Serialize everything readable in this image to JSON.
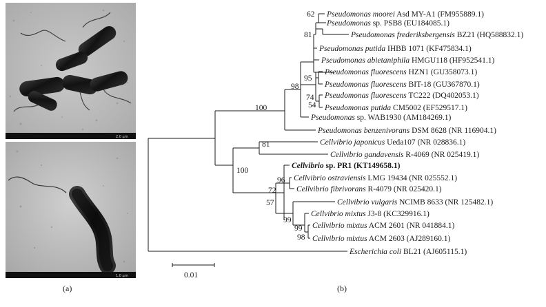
{
  "figure": {
    "panel_a_label": "(a)",
    "panel_b_label": "(b)",
    "micrograph_top_scalebar": "2.0 µm",
    "micrograph_bottom_scalebar": "1.0 µm"
  },
  "tree": {
    "scale_label": "0.01",
    "taxa": [
      {
        "id": "t0",
        "genus": "Pseudomonas",
        "species": " moorei",
        "rest": " Asd MY-A1 (FM955889.1)"
      },
      {
        "id": "t1",
        "genus": "Pseudomonas",
        "species": "",
        "rest": " sp. PSB8 (EU184085.1)"
      },
      {
        "id": "t2",
        "genus": "Pseudomonas",
        "species": " frederiksbergensis",
        "rest": " BZ21 (HQ588832.1)"
      },
      {
        "id": "t3",
        "genus": "Pseudomonas",
        "species": " putida",
        "rest": " IHBB 1071 (KF475834.1)"
      },
      {
        "id": "t4",
        "genus": "Pseudomonas",
        "species": " abietaniphila",
        "rest": " HMGU118 (HF952541.1)"
      },
      {
        "id": "t5",
        "genus": "Pseudomonas",
        "species": " fluorescens",
        "rest": " HZN1 (GU358073.1)"
      },
      {
        "id": "t6",
        "genus": "Pseudomonas",
        "species": " fluorescens",
        "rest": " BIT-18 (GU367870.1)"
      },
      {
        "id": "t7",
        "genus": "Pseudomonas",
        "species": " fluorescens",
        "rest": " TC222 (DQ402053.1)"
      },
      {
        "id": "t8",
        "genus": "Pseudomonas",
        "species": " putida",
        "rest": " CM5002 (EF529517.1)"
      },
      {
        "id": "t9",
        "genus": "Pseudomonas",
        "species": "",
        "rest": " sp. WAB1930 (AM184269.1)"
      },
      {
        "id": "t10",
        "genus": "Pseudomonas",
        "species": " benzenivorans",
        "rest": " DSM 8628 (NR 116904.1)"
      },
      {
        "id": "t11",
        "genus": "Cellvibrio",
        "species": " japonicus",
        "rest": " Ueda107 (NR 028836.1)"
      },
      {
        "id": "t12",
        "genus": "Cellvibrio",
        "species": " gandavensis",
        "rest": " R-4069 (NR 025419.1)"
      },
      {
        "id": "t13",
        "genus": "Cellvibrio",
        "species": "",
        "rest": " sp. PR1 (KT149658.1)",
        "bold": true
      },
      {
        "id": "t14",
        "genus": "Cellvibrio",
        "species": " ostraviensis",
        "rest": " LMG 19434 (NR 025552.1)"
      },
      {
        "id": "t15",
        "genus": "Cellvibrio",
        "species": " fibrivorans",
        "rest": " R-4079 (NR 025420.1)"
      },
      {
        "id": "t16",
        "genus": "Cellvibrio",
        "species": " vulgaris",
        "rest": " NCIMB 8633 (NR 125482.1)"
      },
      {
        "id": "t17",
        "genus": "Cellvibrio",
        "species": " mixtus",
        "rest": " J3-8 (KC329916.1)"
      },
      {
        "id": "t18",
        "genus": "Cellvibrio",
        "species": " mixtus",
        "rest": " ACM 2601 (NR 041884.1)"
      },
      {
        "id": "t19",
        "genus": "Cellvibrio",
        "species": " mixtus",
        "rest": " ACM 2603 (AJ289160.1)"
      },
      {
        "id": "t20",
        "genus": "Escherichia",
        "species": " coli",
        "rest": " BL21 (AJ605115.1)"
      }
    ],
    "bootstrap": [
      {
        "id": "b62",
        "value": "62"
      },
      {
        "id": "b81a",
        "value": "81"
      },
      {
        "id": "b95",
        "value": "95"
      },
      {
        "id": "b74",
        "value": "74"
      },
      {
        "id": "b54",
        "value": "54"
      },
      {
        "id": "b98a",
        "value": "98"
      },
      {
        "id": "b100a",
        "value": "100"
      },
      {
        "id": "b81b",
        "value": "81"
      },
      {
        "id": "b100b",
        "value": "100"
      },
      {
        "id": "b96",
        "value": "96"
      },
      {
        "id": "b72",
        "value": "72"
      },
      {
        "id": "b57",
        "value": "57"
      },
      {
        "id": "b99a",
        "value": "99"
      },
      {
        "id": "b99b",
        "value": "99"
      },
      {
        "id": "b98b",
        "value": "98"
      }
    ]
  }
}
